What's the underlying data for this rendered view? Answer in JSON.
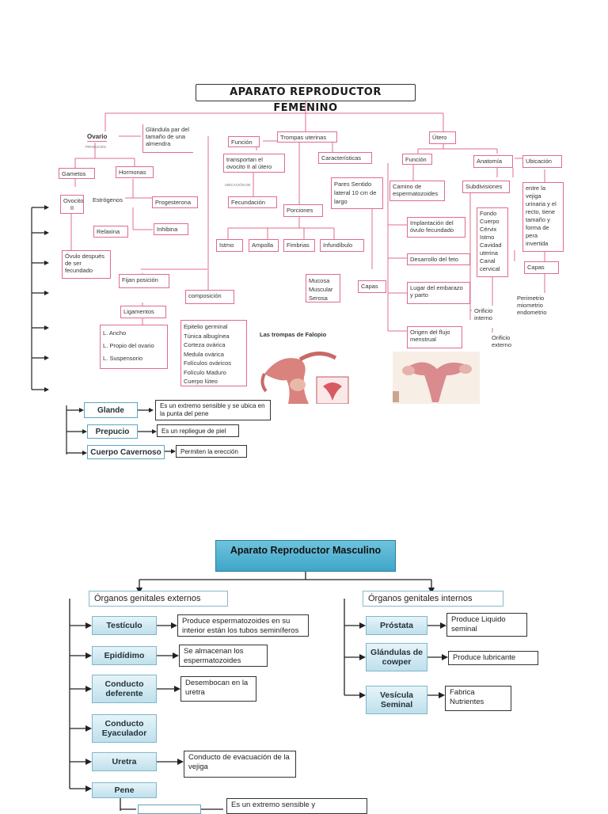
{
  "female": {
    "title": "APARATO REPRODUCTOR FEMENINO",
    "ovario": "Ovario",
    "ovario_tag": "PRODUCEN",
    "glandula": "Glándula par del tamaño de una almendra",
    "gametos": "Gametos",
    "hormonas": "Hormonas",
    "ovocito": "Ovocito II",
    "estrogenos": "Estrógenos",
    "progesterona": "Progesterona",
    "relaxina": "Relaxina",
    "inhibina": "Inhibina",
    "ovulo": "Óvulo después de ser fecundado",
    "fijan": "Fijan posición",
    "ligamentos": "Ligamentos",
    "lig_items": [
      "L. Ancho",
      "L. Propio del ovario",
      "L. Suspensorio"
    ],
    "composicion": "composición",
    "comp_items": [
      "Epitelio germinal",
      "Túnica albugínea",
      "Corteza ovárica",
      "Medula ovárica",
      "Folículos ováricos",
      "Folículo Maduro",
      "Cuerpo lúteo"
    ],
    "trompas": "Trompas uterinas",
    "funcion": "Función",
    "transportan": "transportan el ovocito II al útero",
    "ubicacion_tag": "UBICACIÓN DE",
    "fecundacion": "Fecundación",
    "caracteristicas": "Características",
    "pares": "Pares Sentido lateral 10 cm de largo",
    "porciones": "Porciones",
    "porc_items": [
      "Istmo",
      "Ampolla",
      "Fimbrias",
      "Infundíbulo"
    ],
    "mucosa": "Mucosa Muscular Serosa",
    "capas": "Capas",
    "falopio_title": "Las trompas de Falopio",
    "utero": "Útero",
    "u_funcion": "Función",
    "camino": "Camino de espermatozoides",
    "implantacion": "Implantación del óvulo fecundado",
    "desarrollo": "Desarrollo del feto",
    "lugar": "Lugar del embarazo y parto",
    "origen": "Origen del flujo menstrual",
    "anatomia": "Anatomía",
    "subdivisiones": "Subdivisiones",
    "subdiv_items": "Fondo Cuerpo Cérvix Istmo Cavidad uterina Canal cervical",
    "orificio_int": "Orificio interno",
    "orificio_ext": "Orificio externo",
    "ubicacion": "Ubicación",
    "entre": "entre la vejiga urinaria y el recto, tiene tamaño y forma de pera invertida",
    "capas_u": "Capas",
    "perimetrio": "Perimetrio miometrio endometrio"
  },
  "overlap": {
    "glande": "Glande",
    "glande_desc": "Es un extremo sensible y se ubica en la punta del pene",
    "prepucio": "Prepucio",
    "prepucio_desc": "Es un repliegue de piel",
    "cavernoso": "Cuerpo Cavernoso",
    "cavernoso_desc": "Permiten la erección"
  },
  "male": {
    "title": "Aparato Reproductor Masculino",
    "externos": "Órganos genitales externos",
    "internos": "Órganos genitales internos",
    "testiculo": "Testículo",
    "testiculo_desc": "Produce espermatozoides en su interior están los tubos seminíferos",
    "epididimo": "Epidídimo",
    "epididimo_desc": "Se almacenan los espermatozoides",
    "deferente": "Conducto deferente",
    "deferente_desc": "Desembocan en la uretra",
    "eyaculador": "Conducto Eyaculador",
    "uretra": "Uretra",
    "uretra_desc": "Conducto de evacuación de la vejiga",
    "pene": "Pene",
    "glande_desc_bottom": "Es un extremo sensible y",
    "prostata": "Próstata",
    "prostata_desc": "Produce Liquido seminal",
    "cowper": "Glándulas de cowper",
    "cowper_desc": "Produce lubricante",
    "vesicula": "Vesícula Seminal",
    "vesicula_desc": "Fabrica Nutrientes"
  }
}
